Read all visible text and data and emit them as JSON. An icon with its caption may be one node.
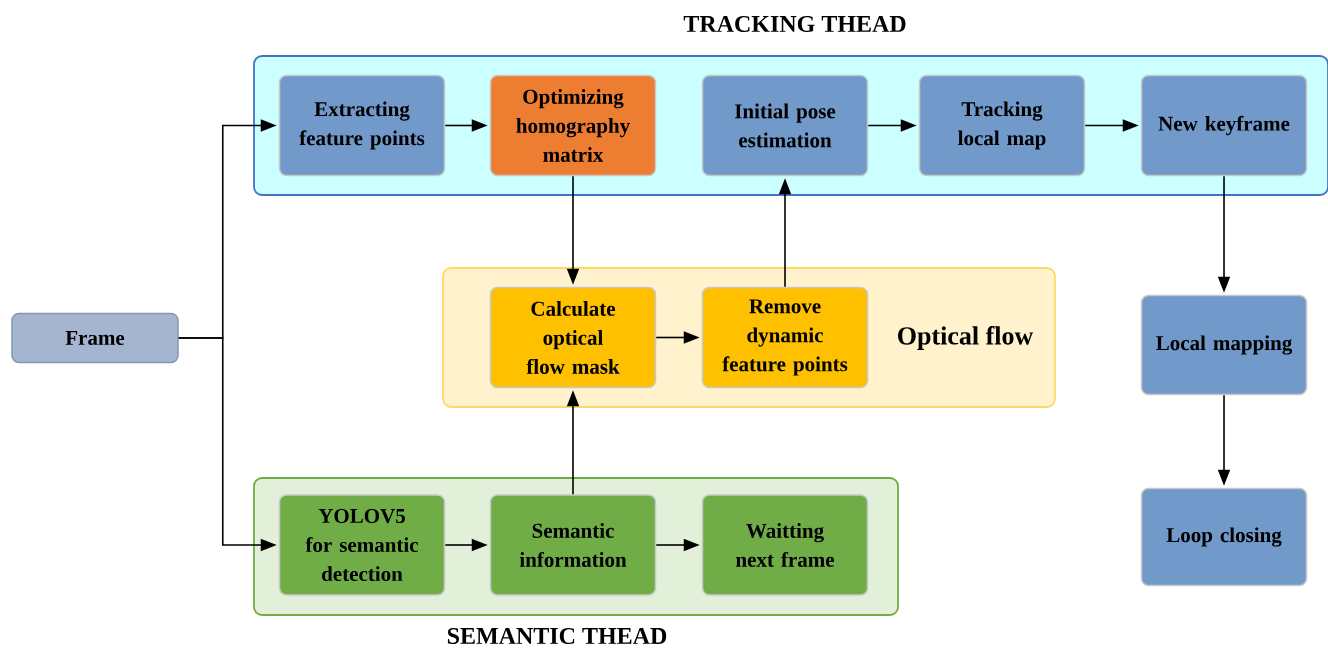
{
  "diagram": {
    "nodes": [
      {
        "text": [
          "TRACKING THEAD"
        ]
      },
      {
        "text": [
          "Extracting feature points"
        ],
        "in": 0
      },
      {
        "text": [
          "Optimizing homography matrix"
        ],
        "in": 0
      },
      {
        "text": [
          "Initial pose estimation"
        ],
        "in": 0
      },
      {
        "text": [
          "Tracking local map"
        ],
        "in": 0
      },
      {
        "text": [
          "New keyframe"
        ],
        "in": 0
      },
      {
        "text": [
          "Optical flow"
        ]
      },
      {
        "text": [
          "Calculate optical flow mask"
        ],
        "in": 6
      },
      {
        "text": [
          "Remove dynamic feature points"
        ],
        "in": 6
      },
      {
        "text": [
          "Frame"
        ]
      },
      {
        "text": [
          "SEMANTIC THEAD"
        ]
      },
      {
        "text": [
          "YOLOV5 for semantic detection"
        ],
        "in": 10
      },
      {
        "text": [
          "Semantic information"
        ],
        "in": 10
      },
      {
        "text": [
          "Waitting next frame"
        ],
        "in": 10
      },
      {
        "text": [
          "Local mapping"
        ]
      },
      {
        "text": [
          "Loop closing"
        ]
      }
    ],
    "edges": [
      {
        "from": 9,
        "to": 1,
        "arrow": "to"
      },
      {
        "from": 9,
        "to": 11,
        "arrow": "to"
      },
      {
        "from": 1,
        "to": 2,
        "arrow": "to"
      },
      {
        "from": 2,
        "to": 7,
        "arrow": "to"
      },
      {
        "from": 3,
        "to": 4,
        "arrow": "to"
      },
      {
        "from": 4,
        "to": 5,
        "arrow": "to"
      },
      {
        "from": 5,
        "to": 14,
        "arrow": "to"
      },
      {
        "from": 14,
        "to": 15,
        "arrow": "to"
      },
      {
        "from": 7,
        "to": 8,
        "arrow": "to"
      },
      {
        "from": 8,
        "to": 3,
        "arrow": "to"
      },
      {
        "from": 11,
        "to": 12,
        "arrow": "to"
      },
      {
        "from": 12,
        "to": 13,
        "arrow": "to"
      },
      {
        "from": 12,
        "to": 7,
        "arrow": "to"
      }
    ]
  }
}
